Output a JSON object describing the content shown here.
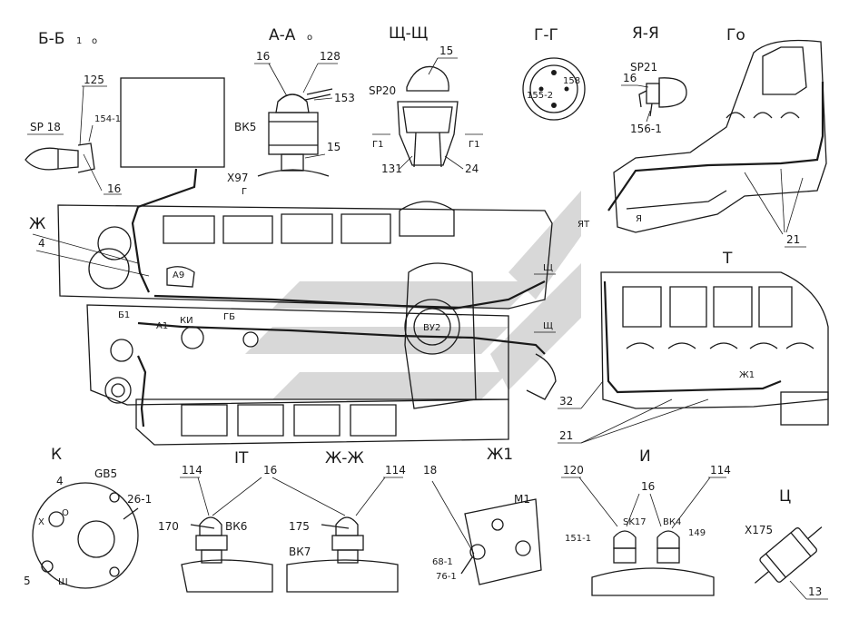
{
  "sections": {
    "bb": "Б-Б",
    "aa": "А-А",
    "shsh": "Щ-Щ",
    "gg": "Г-Г",
    "yaya": "Я-Я",
    "go": "Го",
    "t": "Т",
    "k": "К",
    "it": "IT",
    "zhzh": "Ж-Ж",
    "zh1": "Ж1",
    "i": "И",
    "ts": "Ц"
  },
  "labels": {
    "n125": "125",
    "sp18": "SP 18",
    "n154_1": "154-1",
    "n16_bb": "16",
    "n16_aa": "16",
    "n128": "128",
    "n153": "153",
    "bk5": "ВК5",
    "n15_aa": "15",
    "x97": "X97",
    "n15_sh": "15",
    "sp20": "SP20",
    "g1_left": "Г1",
    "g1_right": "Г1",
    "n131": "131",
    "n24": "24",
    "n158": "158",
    "n155_2": "155-2",
    "n16_ya": "16",
    "sp21": "SP21",
    "n156_1": "156-1",
    "ya_t": "ЯТ",
    "ya_b": "Я",
    "n21_top": "21",
    "zh": "Ж",
    "n4_main": "4",
    "a9": "А9",
    "b1": "Б1",
    "a1": "А1",
    "ki": "КИ",
    "gb": "ГБ",
    "sh_top": "Щ",
    "sh_bot": "Щ",
    "n32": "32",
    "n21_bot": "21",
    "zh1_mark": "Ж1",
    "gb5": "GB5",
    "n4_k": "4",
    "x_k": "X",
    "o_k": "O",
    "n26_1": "26-1",
    "n5_k": "5",
    "sh_k": "Ш",
    "n114_a": "114",
    "n16_mid": "16",
    "n114_b": "114",
    "n170": "170",
    "bk6": "ВК6",
    "n175": "175",
    "bk7": "ВК7",
    "n18": "18",
    "m1": "М1",
    "n68_1": "68-1",
    "n76_1": "76-1",
    "n120": "120",
    "n16_i": "16",
    "n114_i": "114",
    "n151_1": "151-1",
    "sk17": "SK17",
    "bk4": "ВК4",
    "n149": "149",
    "x175": "X175",
    "n13": "13"
  },
  "colors": {
    "ink": "#1a1a1a",
    "watermark": "#a9a9a9"
  }
}
